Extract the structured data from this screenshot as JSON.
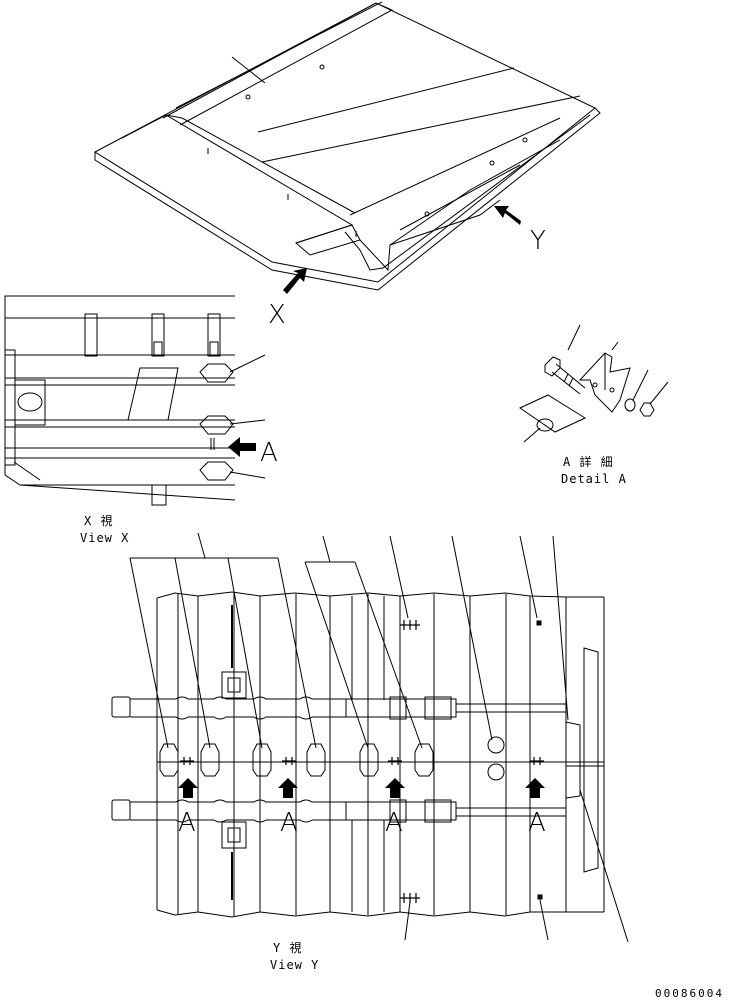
{
  "labels": {
    "x_marker": "X",
    "y_marker": "Y",
    "a_marker": "A",
    "detail_a_jp": "A 詳 細",
    "detail_a_en": "Detail A",
    "view_x_jp": "X 視",
    "view_x_en": "View X",
    "view_y_jp": "Y 視",
    "view_y_en": "View Y",
    "a1": "A",
    "a2": "A",
    "a3": "A",
    "a4": "A",
    "drawing_number": "00086004"
  }
}
